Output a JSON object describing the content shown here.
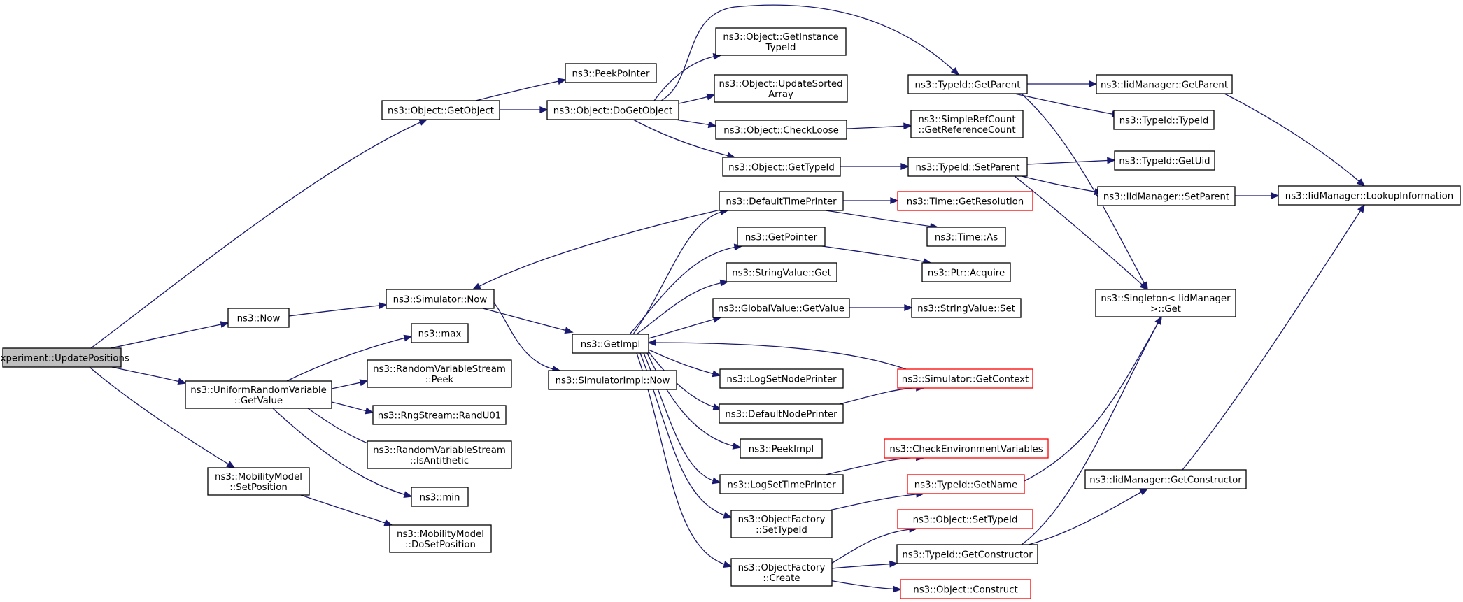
{
  "nodes": {
    "root": {
      "lines": [
        "Experiment::UpdatePositions"
      ],
      "border": "root"
    },
    "getobject": {
      "lines": [
        "ns3::Object::GetObject"
      ],
      "border": "black"
    },
    "now": {
      "lines": [
        "ns3::Now"
      ],
      "border": "black"
    },
    "urv_getvalue": {
      "lines": [
        "ns3::UniformRandomVariable",
        "::GetValue"
      ],
      "border": "black"
    },
    "mm_setposition": {
      "lines": [
        "ns3::MobilityModel",
        "::SetPosition"
      ],
      "border": "black"
    },
    "simulator_now": {
      "lines": [
        "ns3::Simulator::Now"
      ],
      "border": "black"
    },
    "max": {
      "lines": [
        "ns3::max"
      ],
      "border": "black"
    },
    "rvs_peek": {
      "lines": [
        "ns3::RandomVariableStream",
        "::Peek"
      ],
      "border": "black"
    },
    "randu01": {
      "lines": [
        "ns3::RngStream::RandU01"
      ],
      "border": "black"
    },
    "rvs_isantithetic": {
      "lines": [
        "ns3::RandomVariableStream",
        "::IsAntithetic"
      ],
      "border": "black"
    },
    "min": {
      "lines": [
        "ns3::min"
      ],
      "border": "black"
    },
    "mm_dosetposition": {
      "lines": [
        "ns3::MobilityModel",
        "::DoSetPosition"
      ],
      "border": "black"
    },
    "peekpointer": {
      "lines": [
        "ns3::PeekPointer"
      ],
      "border": "black"
    },
    "dogetobject": {
      "lines": [
        "ns3::Object::DoGetObject"
      ],
      "border": "black"
    },
    "getimpl": {
      "lines": [
        "ns3::GetImpl"
      ],
      "border": "black"
    },
    "simimpl_now": {
      "lines": [
        "ns3::SimulatorImpl::Now"
      ],
      "border": "black"
    },
    "getinstancetypeid": {
      "lines": [
        "ns3::Object::GetInstance",
        "TypeId"
      ],
      "border": "black"
    },
    "updatesortedarray": {
      "lines": [
        "ns3::Object::UpdateSorted",
        "Array"
      ],
      "border": "black"
    },
    "checkloose": {
      "lines": [
        "ns3::Object::CheckLoose"
      ],
      "border": "black"
    },
    "obj_gettypeid": {
      "lines": [
        "ns3::Object::GetTypeId"
      ],
      "border": "black"
    },
    "defaulttimeprinter": {
      "lines": [
        "ns3::DefaultTimePrinter"
      ],
      "border": "black"
    },
    "getpointer": {
      "lines": [
        "ns3::GetPointer"
      ],
      "border": "black"
    },
    "stringvalue_get": {
      "lines": [
        "ns3::StringValue::Get"
      ],
      "border": "black"
    },
    "globalvalue_getvalue": {
      "lines": [
        "ns3::GlobalValue::GetValue"
      ],
      "border": "black"
    },
    "logsetnodeprinter": {
      "lines": [
        "ns3::LogSetNodePrinter"
      ],
      "border": "black"
    },
    "defaultnodeprinter": {
      "lines": [
        "ns3::DefaultNodePrinter"
      ],
      "border": "black"
    },
    "peekimpl": {
      "lines": [
        "ns3::PeekImpl"
      ],
      "border": "black"
    },
    "logsettimeprinter": {
      "lines": [
        "ns3::LogSetTimePrinter"
      ],
      "border": "black"
    },
    "of_settypeid": {
      "lines": [
        "ns3::ObjectFactory",
        "::SetTypeId"
      ],
      "border": "black"
    },
    "of_create": {
      "lines": [
        "ns3::ObjectFactory",
        "::Create"
      ],
      "border": "black"
    },
    "tid_getparent": {
      "lines": [
        "ns3::TypeId::GetParent"
      ],
      "border": "black"
    },
    "simplerefcount": {
      "lines": [
        "ns3::SimpleRefCount",
        "::GetReferenceCount"
      ],
      "border": "black"
    },
    "tid_setparent": {
      "lines": [
        "ns3::TypeId::SetParent"
      ],
      "border": "black"
    },
    "time_getresolution": {
      "lines": [
        "ns3::Time::GetResolution"
      ],
      "border": "red"
    },
    "time_as": {
      "lines": [
        "ns3::Time::As"
      ],
      "border": "black"
    },
    "ptr_acquire": {
      "lines": [
        "ns3::Ptr::Acquire"
      ],
      "border": "black"
    },
    "stringvalue_set": {
      "lines": [
        "ns3::StringValue::Set"
      ],
      "border": "black"
    },
    "sim_getcontext": {
      "lines": [
        "ns3::Simulator::GetContext"
      ],
      "border": "red"
    },
    "checkenv": {
      "lines": [
        "ns3::CheckEnvironmentVariables"
      ],
      "border": "red"
    },
    "tid_getname": {
      "lines": [
        "ns3::TypeId::GetName"
      ],
      "border": "red"
    },
    "obj_settypeid": {
      "lines": [
        "ns3::Object::SetTypeId"
      ],
      "border": "red"
    },
    "tid_getconstructor": {
      "lines": [
        "ns3::TypeId::GetConstructor"
      ],
      "border": "black"
    },
    "obj_construct": {
      "lines": [
        "ns3::Object::Construct"
      ],
      "border": "red"
    },
    "iidm_getparent": {
      "lines": [
        "ns3::IidManager::GetParent"
      ],
      "border": "black"
    },
    "tid_typeid": {
      "lines": [
        "ns3::TypeId::TypeId"
      ],
      "border": "black"
    },
    "tid_getuid": {
      "lines": [
        "ns3::TypeId::GetUid"
      ],
      "border": "black"
    },
    "iidm_setparent": {
      "lines": [
        "ns3::IidManager::SetParent"
      ],
      "border": "black"
    },
    "singleton_get": {
      "lines": [
        "ns3::Singleton< IidManager",
        ">::Get"
      ],
      "border": "black"
    },
    "iidm_getconstructor": {
      "lines": [
        "ns3::IidManager::GetConstructor"
      ],
      "border": "black"
    },
    "iidm_lookup": {
      "lines": [
        "ns3::IidManager::LookupInformation"
      ],
      "border": "black"
    }
  },
  "colors": {
    "edge": "#191970",
    "missing_border": "#ff0000",
    "root_fill": "#bfbfbf"
  }
}
